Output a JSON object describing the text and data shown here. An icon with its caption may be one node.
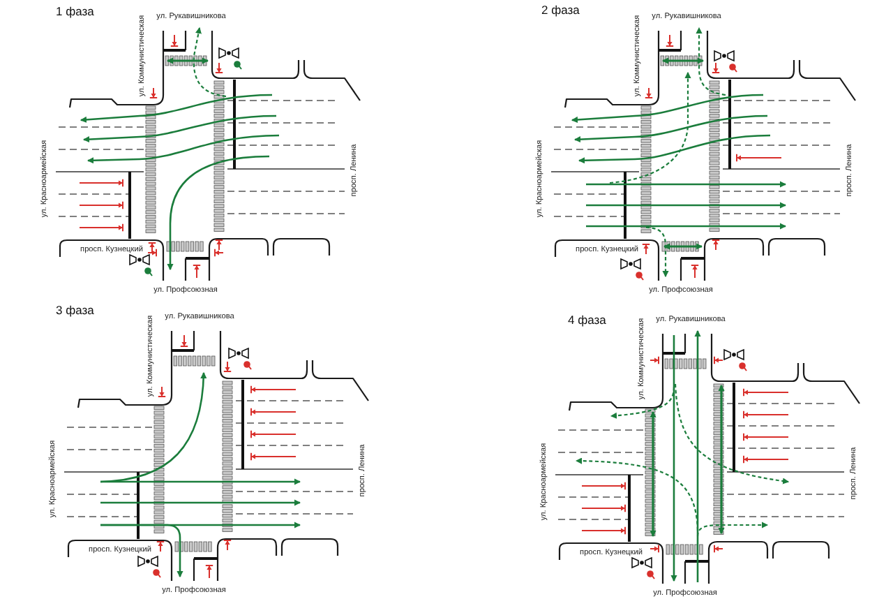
{
  "diagram": {
    "labels": [
      "1 фаза",
      "ул. Рукавишникова",
      "ул. Коммунистическая",
      "ул. Красноармейская",
      "просп. Ленина",
      "просп. Кузнецкий",
      "ул. Профсоюзная",
      "2 фаза",
      "ул. Рукавишникова",
      "ул. Коммунистическая",
      "ул. Красноармейская",
      "просп. Ленина",
      "просп. Кузнецкий",
      "ул. Профсоюзная",
      "3 фаза",
      "ул. Рукавишникова",
      "ул. Коммунистическая",
      "ул. Красноармейская",
      "просп. Ленина",
      "просп. Кузнецкий",
      "ул. Профсоюзная",
      "4 фаза",
      "ул. Рукавишникова",
      "ул. Коммунистическая",
      "ул. Красноармейская",
      "просп. Ленина",
      "просп. Кузнецкий",
      "ул. Профсоюзная"
    ]
  }
}
